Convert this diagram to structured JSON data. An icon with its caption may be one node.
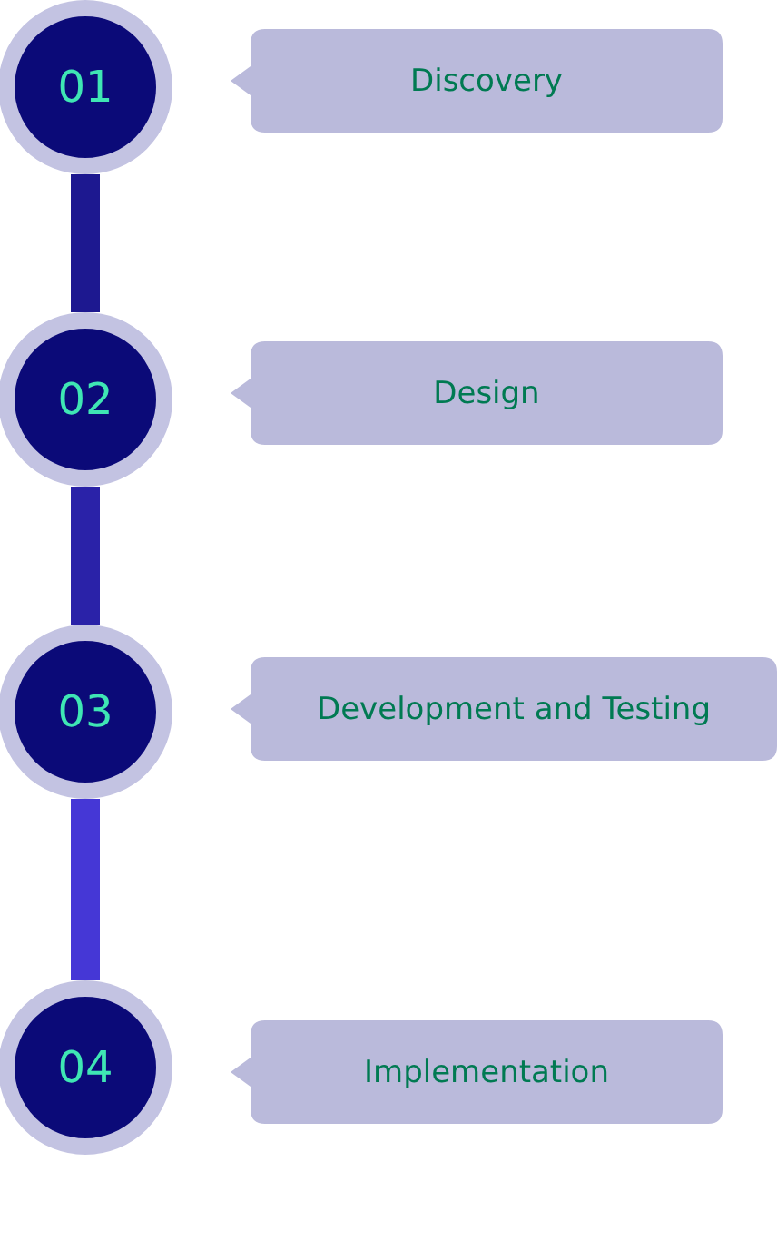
{
  "diagram": {
    "nodes": [
      {
        "text": [
          "01"
        ]
      },
      {
        "text": [
          "Discovery"
        ]
      },
      {
        "text": [
          "02"
        ]
      },
      {
        "text": [
          "Design"
        ]
      },
      {
        "text": [
          "03"
        ]
      },
      {
        "text": [
          "Development and Testing"
        ]
      },
      {
        "text": [
          "04"
        ]
      },
      {
        "text": [
          "Implementation"
        ]
      }
    ],
    "edges": [
      {
        "from": 0,
        "to": 2,
        "arrow": "none",
        "color": "#1d1890"
      },
      {
        "from": 2,
        "to": 4,
        "arrow": "none",
        "color": "#2a22a8"
      },
      {
        "from": 4,
        "to": 6,
        "arrow": "none",
        "color": "#4537d6"
      }
    ]
  }
}
